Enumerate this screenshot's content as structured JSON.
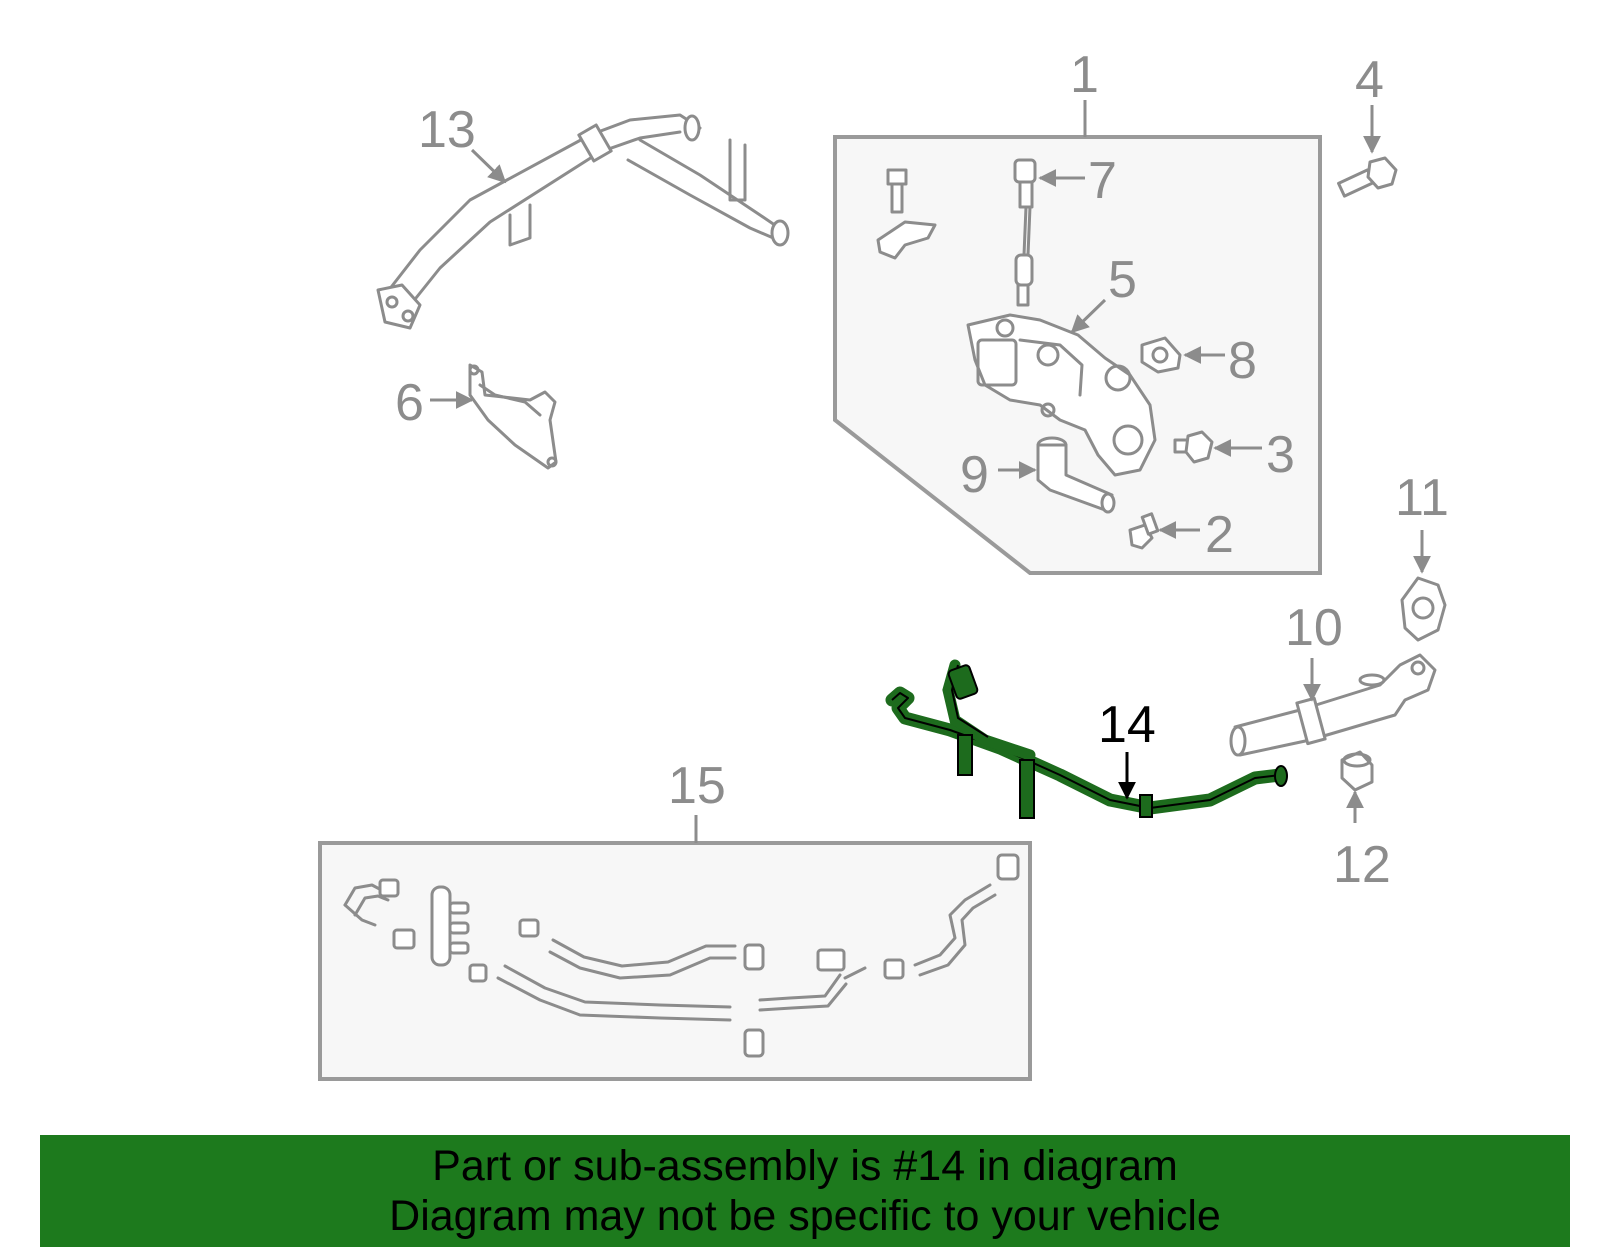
{
  "diagram": {
    "callouts": {
      "c1": "1",
      "c2": "2",
      "c3": "3",
      "c4": "4",
      "c5": "5",
      "c6": "6",
      "c7": "7",
      "c8": "8",
      "c9": "9",
      "c10": "10",
      "c11": "11",
      "c12": "12",
      "c13": "13",
      "c14": "14",
      "c15": "15"
    },
    "highlighted_part": "14",
    "highlight_color": "#1d6b1d",
    "line_color": "#8c8c8c"
  },
  "footer": {
    "line1": "Part or sub-assembly is #14 in diagram",
    "line2": "Diagram may not be specific to your vehicle",
    "background": "#1d7a1d"
  }
}
